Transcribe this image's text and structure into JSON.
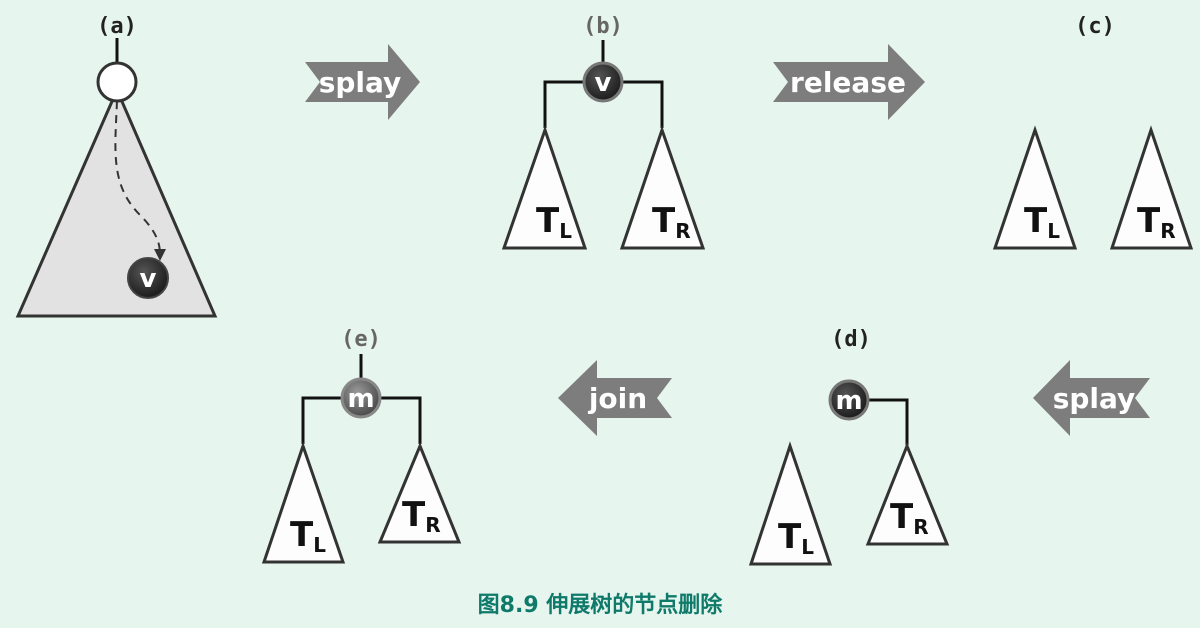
{
  "panels": {
    "a": {
      "label": "(a)",
      "node": "v"
    },
    "b": {
      "label": "(b)",
      "root": "v",
      "left": {
        "main": "T",
        "sub": "L"
      },
      "right": {
        "main": "T",
        "sub": "R"
      }
    },
    "c": {
      "label": "(c)",
      "left": {
        "main": "T",
        "sub": "L"
      },
      "right": {
        "main": "T",
        "sub": "R"
      }
    },
    "d": {
      "label": "(d)",
      "root": "m",
      "left": {
        "main": "T",
        "sub": "L"
      },
      "right": {
        "main": "T",
        "sub": "R"
      }
    },
    "e": {
      "label": "(e)",
      "root": "m",
      "left": {
        "main": "T",
        "sub": "L"
      },
      "right": {
        "main": "T",
        "sub": "R"
      }
    }
  },
  "arrows": {
    "splay_1": "splay",
    "release": "release",
    "splay_2": "splay",
    "join": "join"
  },
  "caption": "图8.9 伸展树的节点删除",
  "colors": {
    "background": "#e6f5ee",
    "arrow": "#7d7d7d",
    "node_dark": "#2a2a2a",
    "caption": "#0f7a6a"
  }
}
